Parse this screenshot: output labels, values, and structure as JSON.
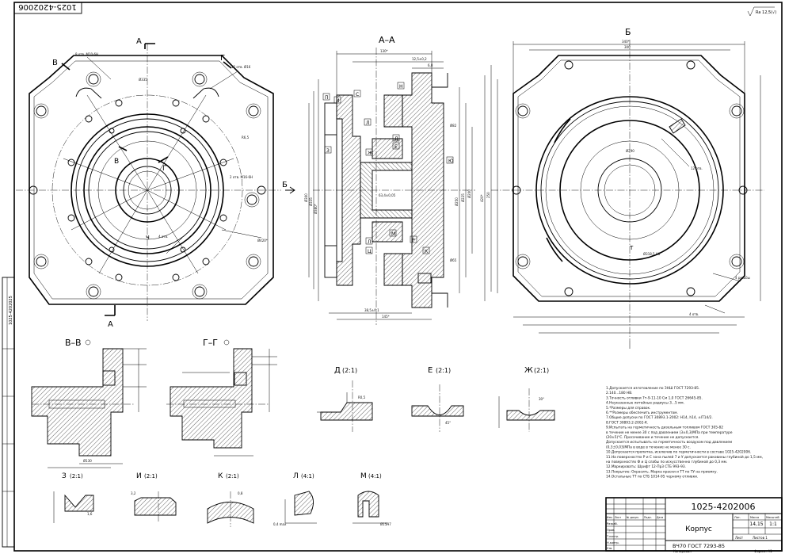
{
  "drawing": {
    "number": "1025-4202006",
    "number_rotated": "1025-4202006",
    "side_number": "1025-4202025",
    "roughness": "Ra 12,5(√)"
  },
  "views": {
    "aa_label": "А–А",
    "b_label": "Б",
    "vv_label": "В–В",
    "gg_label": "Г–Г",
    "d_label": "Д",
    "d_scale": "(2:1)",
    "e_label": "Е",
    "e_scale": "(2:1)",
    "zh_label": "Ж",
    "zh_scale": "(2:1)",
    "z_label": "З",
    "z_scale": "(2:1)",
    "i_label": "И",
    "i_scale": "(2:1)",
    "k_label": "К",
    "k_scale": "(2:1)",
    "l_label": "Л",
    "l_scale": "(4:1)",
    "m_label": "М",
    "m_scale": "(4:1)"
  },
  "section_marks": {
    "a_top": "А",
    "a_bottom": "А",
    "v": "В",
    "g": "Г",
    "b_arrow": "Б",
    "v_inner": "В",
    "g_inner": "Г",
    "ch": "Ч",
    "t": "Т"
  },
  "aa_letters": [
    "П",
    "И",
    "С",
    "Л",
    "З",
    "Ж",
    "Е",
    "Д",
    "Н",
    "Ю",
    "М",
    "Л",
    "Ц",
    "Р",
    "К"
  ],
  "notes": [
    "1.Допускается изготовление по ЗНШ ГОСТ 7293-85.",
    "2.140...180 НВ.",
    "3.Точность отливки 7т-9-11-10 См 1,0 ГОСТ 26645-85.",
    "4.Неуказанные литейные радиусы 3...5 мм.",
    "5.*Размеры для справок.",
    "6.**Размеры обеспечить инструментом.",
    "7.Общие допуски по ГОСТ 30893.1-2002: H14, h14, ±IT14/2.",
    "8.ГОСТ 30893.2-2002-К.",
    "9.Испытать на герметичность дизельным топливом ГОСТ 305-82",
    "  в течение не менее 30 с под давлением (3±0,3)МПа при температуре",
    "  (20±5)°С. Просачивание и течение не допускается.",
    "  Допускается испытывать на герметичность воздухом под давлением",
    "  (0,3±0,03)МПа в воде в течение не менее 30 с.",
    "10.Допускается пропитка, исключив по герметичности в составе 1025-4202006.",
    "11.На поверхностях Р и С зона пылей 7 и У допускается раковины глубиной до 1,5 мм,",
    "  на поверхностях Ф и Ц слабы по искусственно глубиной до 0,3 мм.",
    "12.Маркировать: Шрифт 12-Пр3 СТБ 993-93.",
    "13.Покрытие: Окрасить. Марка краски и ТТ по ТУ на приемку.",
    "14.Остальные ТТ по СТБ 1014-95 черному отливки."
  ],
  "title_block": {
    "number": "1025-4202006",
    "name": "Корпус",
    "material": "ВЧ70 ГОСТ 7293-85",
    "mass": "14,15",
    "scale": "1:1",
    "sheet": "Лист",
    "sheets": "Листов 1",
    "mass_header": "Масса",
    "scale_header": "Масштаб",
    "lit_header": "Лит.",
    "rows": [
      "Изм.",
      "Лист",
      "№ докум.",
      "Подп.",
      "Дата"
    ],
    "people": [
      "Разраб.",
      "Пров.",
      "Т.контр.",
      "Н.контр.",
      "Утв."
    ],
    "copied": "Копировал",
    "format": "Формат А1"
  },
  "dims_aa": [
    "Ø380*",
    "Ø335",
    "Ø300",
    "Ø250",
    "Ø225",
    "Ø200",
    "Ø160",
    "Ø130",
    "Ø100",
    "Ø82",
    "Ø65",
    "Ø50",
    "12,5±0,2",
    "130*",
    "6,8",
    "38,5±0,1",
    "63,4±0,05",
    "145*"
  ],
  "dims_b": [
    "340*",
    "300",
    "250",
    "420*",
    "Ø290",
    "Ø318,5 H8",
    "4 отв.",
    "12 отв.",
    "4 резьбы"
  ],
  "dims_front": [
    "Ø420*",
    "Ø335",
    "12 отв. Ø16",
    "8 отв. М10-6Н",
    "R6,5",
    "2 отв. М16-6Н",
    "4 отв."
  ],
  "dims_detail": [
    "(2:1)",
    "R0,5",
    "1,6",
    "3,2",
    "0,8",
    "2,5",
    "45°",
    "30°",
    "0,4 max",
    "Ø8",
    "Ø15H7"
  ]
}
